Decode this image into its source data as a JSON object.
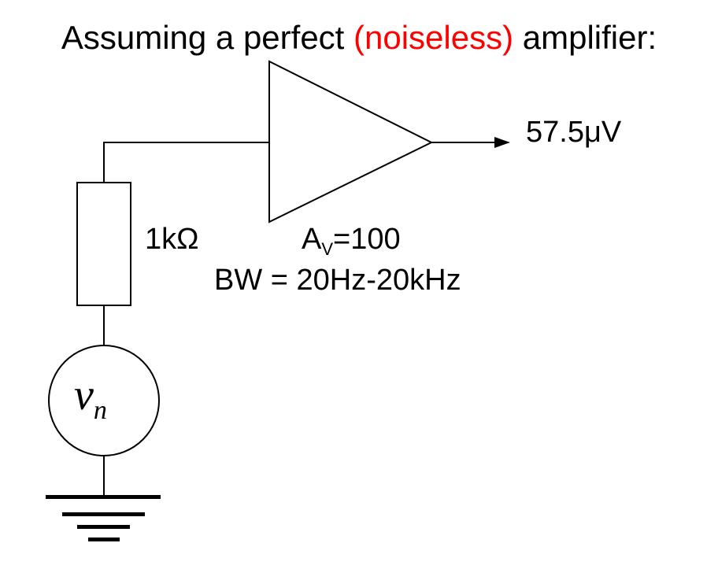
{
  "title": {
    "prefix": "Assuming a perfect ",
    "highlight": "(noiseless)",
    "suffix": " amplifier:",
    "highlight_color": "#ff0000"
  },
  "output_voltage": "57.5μV",
  "resistor_label": "1kΩ",
  "gain_label": {
    "main": "A",
    "sub": "V",
    "rest": "=100"
  },
  "bandwidth_label": "BW = 20Hz-20kHz",
  "source_label": {
    "main": "v",
    "sub": "n"
  }
}
